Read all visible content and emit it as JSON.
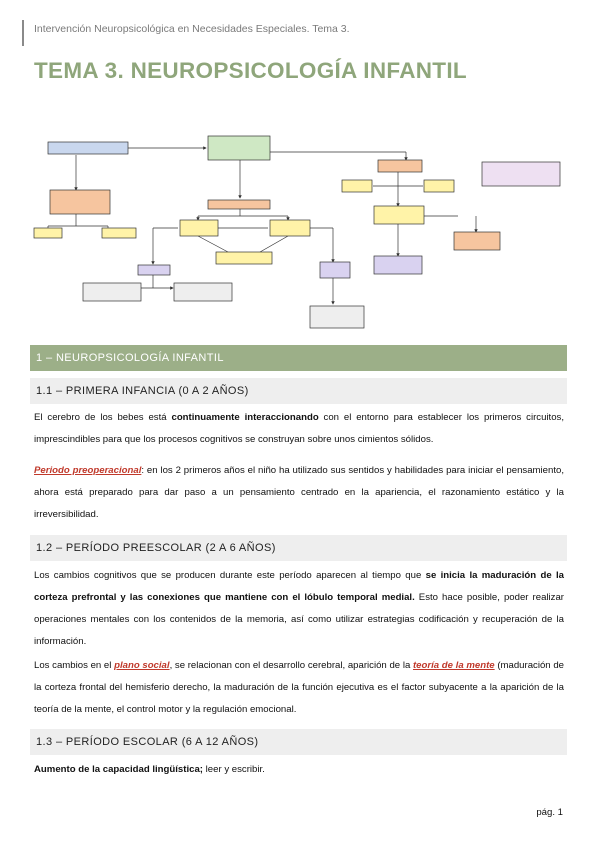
{
  "header": "Intervención Neuropsicológica en Necesidades Especiales. Tema 3.",
  "title": "TEMA 3. NEUROPSICOLOGÍA INFANTIL",
  "section1": "1 – NEUROPSICOLOGÍA INFANTIL",
  "s11": {
    "heading": "1.1 – PRIMERA INFANCIA (0 A 2 AÑOS)",
    "p1": {
      "a": "El cerebro de los bebes está ",
      "b": "continuamente interaccionando",
      "c": " con el entorno para establecer los primeros circuitos, imprescindibles para que los procesos cognitivos se construyan sobre unos cimientos sólidos."
    },
    "p2": {
      "a": "Periodo preoperacional",
      "b": ": en los 2 primeros años el niño ha utilizado sus sentidos y habilidades para iniciar el pensamiento, ahora está preparado para dar paso a un pensamiento centrado en la apariencia, el razonamiento estático y la irreversibilidad."
    }
  },
  "s12": {
    "heading": "1.2 – PERÍODO PREESCOLAR (2 A 6 AÑOS)",
    "p1": {
      "a": "Los cambios cognitivos que se producen durante este período aparecen al tiempo que ",
      "b": "se inicia la maduración de la corteza prefrontal y las conexiones que mantiene con el lóbulo temporal medial.",
      "c": " Esto hace posible, poder realizar operaciones mentales con los contenidos de la memoria, así como utilizar estrategias codificación y recuperación de la información."
    },
    "p2": {
      "a": "Los cambios en el ",
      "b": "plano social",
      "c": ", se relacionan con el desarrollo cerebral, aparición de la ",
      "d": "teoría de la mente",
      "e": " (maduración de la corteza frontal del hemisferio derecho, la maduración de la función ejecutiva es el factor subyacente a la aparición de la teoría de la mente, el control motor y la regulación emocional."
    }
  },
  "s13": {
    "heading": "1.3 – PERÍODO ESCOLAR (6 A 12 AÑOS)",
    "p1": {
      "a": "Aumento de la capacidad lingüística;",
      "b": " leer y escribir."
    }
  },
  "footer": "pág. 1",
  "colors": {
    "title": "#8fa67b",
    "section_band": "#9caf88",
    "subsection_band": "#eeeeee",
    "highlight": "#c0392b"
  }
}
